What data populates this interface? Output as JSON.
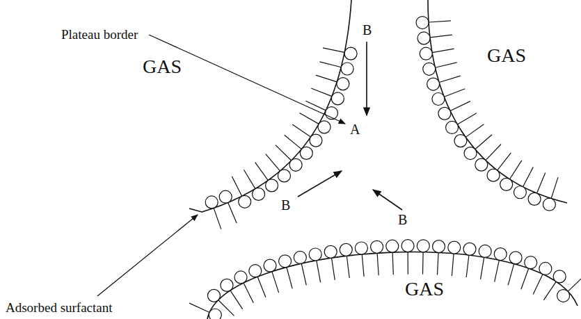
{
  "diagram": {
    "labels": [
      "Plateau border",
      "GAS",
      "B",
      "GAS",
      "A",
      "B",
      "B",
      "GAS",
      "Adsorbed surfactant"
    ]
  }
}
